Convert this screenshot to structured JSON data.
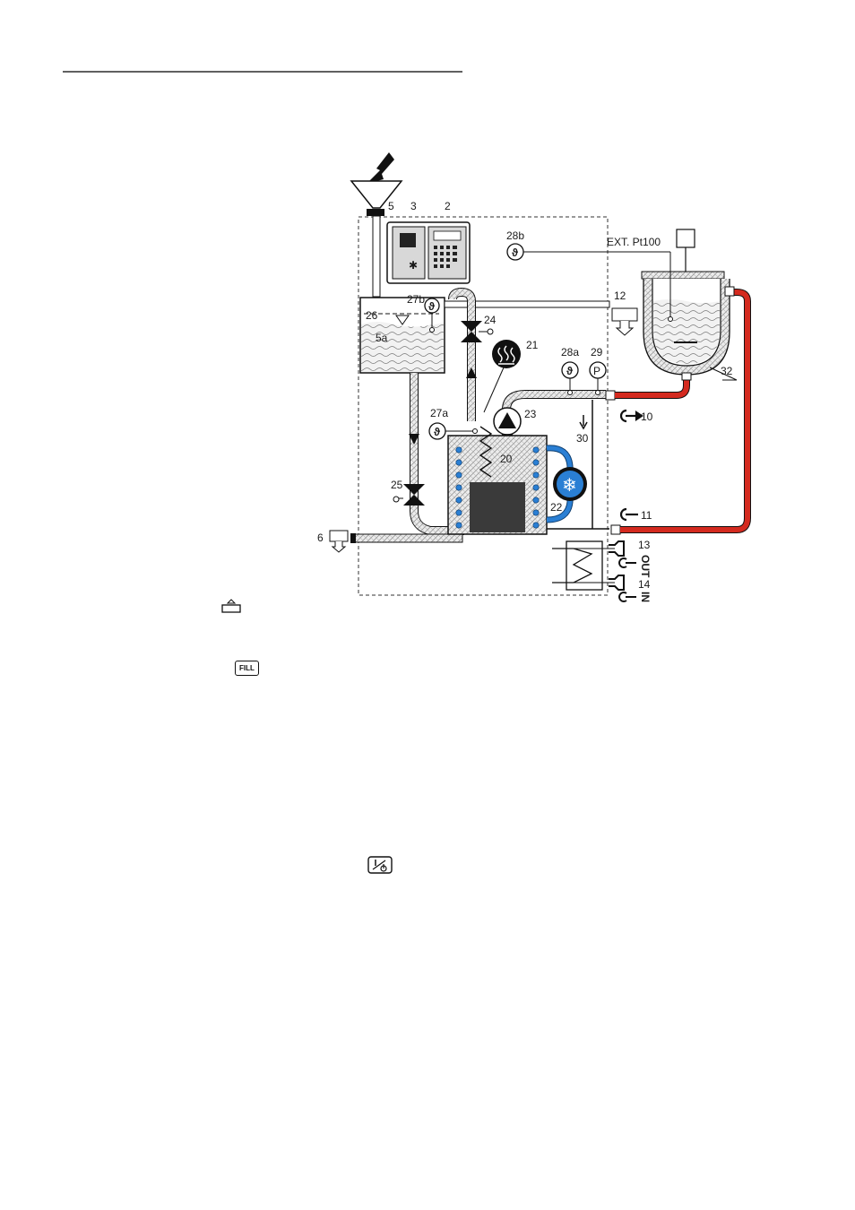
{
  "labels": {
    "funnel": "5",
    "controller_3": "3",
    "controller_2": "2",
    "sensor_28b": "28b",
    "ext_pt100": "EXT. Pt100",
    "overflow_12": "12",
    "tank_26": "26",
    "sensor_27b": "27b",
    "tank_5a": "5a",
    "valve_24": "24",
    "heater_21": "21",
    "sensor_28a": "28a",
    "pressure_29": "29",
    "sensor_27a": "27a",
    "pump_23": "23",
    "flow_30": "30",
    "heatx_20": "20",
    "cooler_22": "22",
    "valve_25": "25",
    "drain_6": "6",
    "port_10": "10",
    "port_11": "11",
    "water_13": "13",
    "water_14": "14",
    "out_text": "OUT",
    "in_text": "IN",
    "reactor_32": "32",
    "pressure_symbol": "P"
  },
  "icons": {
    "level_key": "level-key-icon",
    "fill_key_text": "FILL",
    "fill_key": "fill-key-icon",
    "power_key": "power-key-icon"
  },
  "colors": {
    "hot_line": "#d42a1f",
    "cold_line": "#2a7fd4",
    "pipe_fill": "#e6e6e6",
    "outline": "#1a1a1a"
  }
}
